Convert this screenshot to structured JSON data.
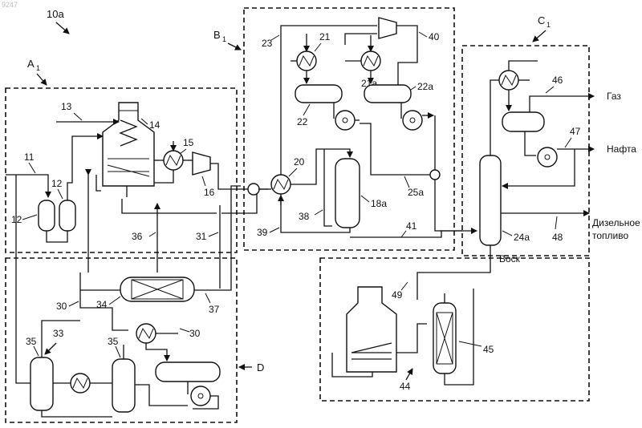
{
  "watermark": "9247",
  "figure_label": "10a",
  "sections": {
    "a": {
      "main": "A",
      "sub": "1"
    },
    "b": {
      "main": "B",
      "sub": "1"
    },
    "c": {
      "main": "C",
      "sub": "1"
    },
    "d": "D"
  },
  "numbers": {
    "n11": "11",
    "n12a": "12",
    "n12b": "12",
    "n13": "13",
    "n14": "14",
    "n15": "15",
    "n16": "16",
    "n20": "20",
    "n21": "21",
    "n21a": "21a",
    "n22": "22",
    "n22a": "22a",
    "n23": "23",
    "n24a": "24a",
    "n25a": "25a",
    "n30a": "30",
    "n30b": "30",
    "n31": "31",
    "n33": "33",
    "n34": "34",
    "n35a": "35",
    "n35b": "35",
    "n36": "36",
    "n37": "37",
    "n38": "38",
    "n39": "39",
    "n40": "40",
    "n41": "41",
    "n44": "44",
    "n45": "45",
    "n46": "46",
    "n47": "47",
    "n48": "48",
    "n49": "49",
    "n18a": "18a"
  },
  "products": {
    "gas": "Газ",
    "naphtha": "Нафта",
    "diesel_line1": "Дизельное",
    "diesel_line2": "топливо",
    "wax": "Воск"
  }
}
